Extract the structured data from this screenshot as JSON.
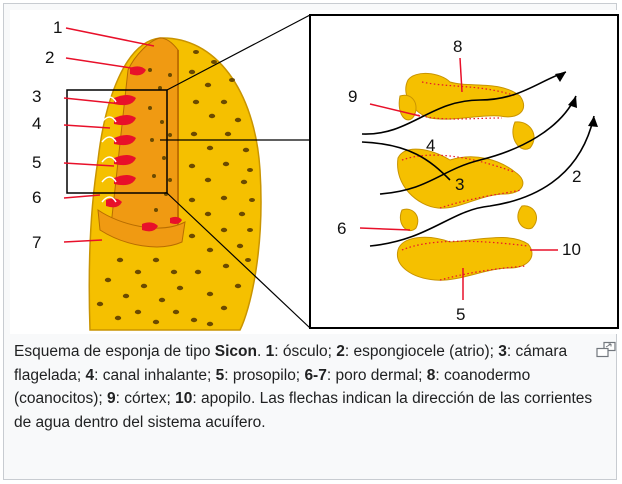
{
  "figure": {
    "labels": {
      "l1": "1",
      "l2": "2",
      "l3": "3",
      "l4": "4",
      "l5": "5",
      "l6": "6",
      "l7": "7",
      "r8": "8",
      "r9": "9",
      "r4": "4",
      "r3": "3",
      "r2": "2",
      "r6": "6",
      "r10": "10",
      "r5": "5"
    },
    "colors": {
      "sponge_body": "#f5c000",
      "sponge_cut": "#f09a12",
      "choanocytes": "#e8102a",
      "pores": "#6b4a00",
      "outline": "#000000"
    }
  },
  "caption": {
    "t1": "Esquema de esponja de tipo ",
    "t2": "Sicon",
    "t3": ". ",
    "n1": "1",
    "t4": ": ósculo; ",
    "n2": "2",
    "t5": ": espongiocele (atrio); ",
    "n3": "3",
    "t6": ": cámara flagelada; ",
    "n4": "4",
    "t7": ": canal inhalante; ",
    "n5": "5",
    "t8": ": prosopilo; ",
    "n67": "6-7",
    "t9": ": poro dermal; ",
    "n8": "8",
    "t10": ": coanodermo (coanocitos); ",
    "n9": "9",
    "t11": ": córtex; ",
    "n10": "10",
    "t12": ": apopilo. Las flechas indican la dirección de las corrientes de agua dentro del sistema acuífero."
  },
  "icons": {
    "enlarge": "enlarge-icon"
  }
}
